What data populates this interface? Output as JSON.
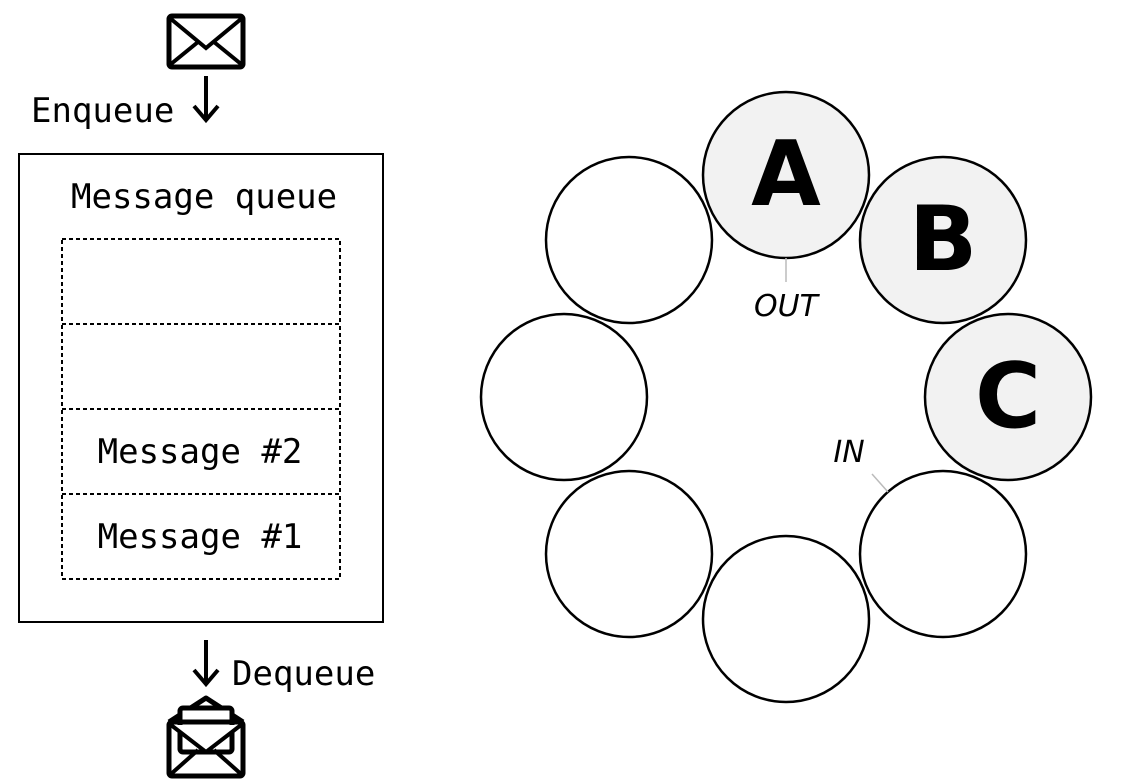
{
  "queue": {
    "enqueue_label": "Enqueue",
    "dequeue_label": "Dequeue",
    "title": "Message queue",
    "slots": [
      "",
      "",
      "Message #2",
      "Message #1"
    ]
  },
  "ring": {
    "slots": [
      "A",
      "B",
      "C",
      "",
      "",
      "",
      "",
      ""
    ],
    "out_label": "OUT",
    "in_label": "IN",
    "filled_color": "#f2f2f2",
    "empty_color": "#ffffff"
  }
}
